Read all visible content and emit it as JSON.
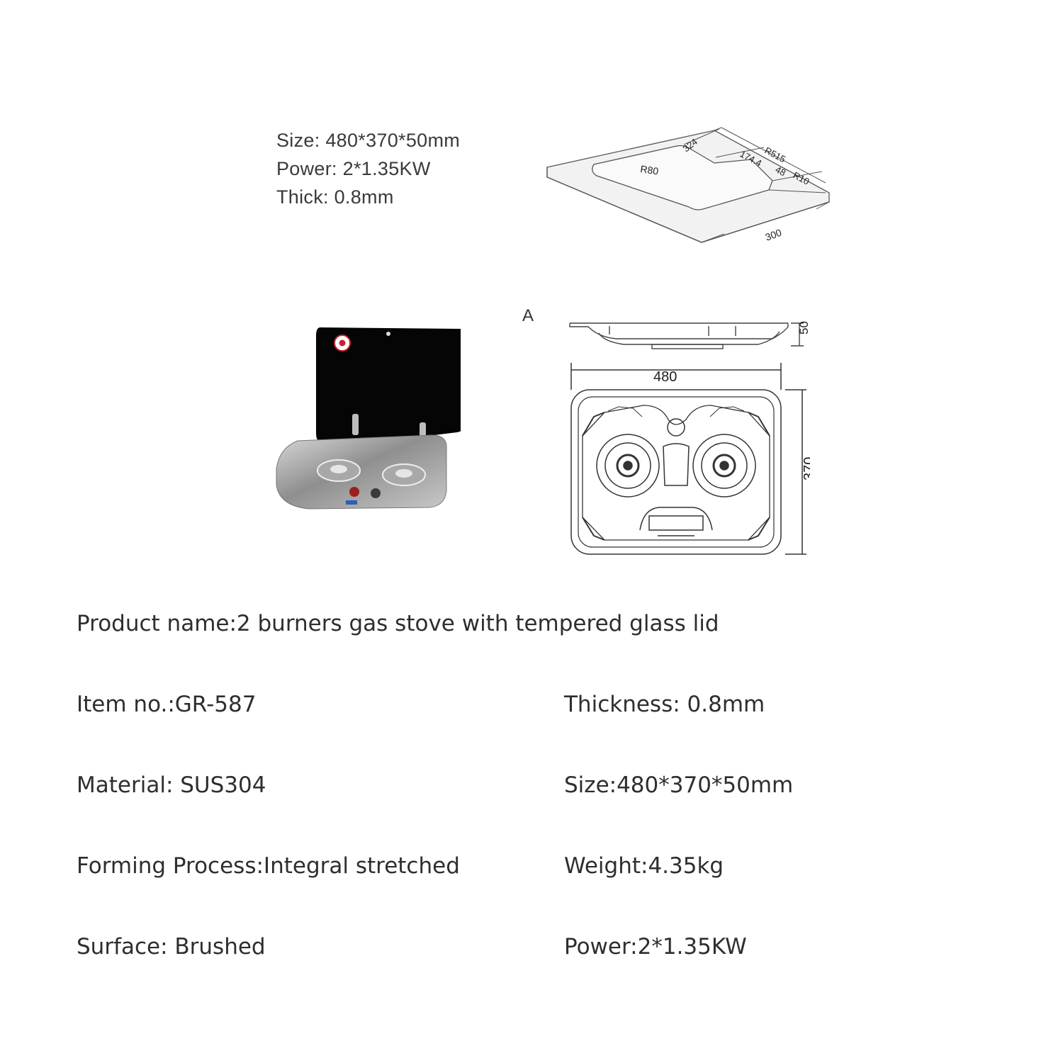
{
  "top_specs": {
    "size": "Size: 480*370*50mm",
    "power": "Power:  2*1.35KW",
    "thick": "Thick: 0.8mm"
  },
  "drawings": {
    "cutout_dims": {
      "r": "R80",
      "d1": "324",
      "d2": "R515",
      "d3": "174.4",
      "d4": "48",
      "d5": "R10",
      "d6": "300"
    },
    "view_label": "A",
    "side_height": "50",
    "top_width": "480",
    "top_depth": "370"
  },
  "specs": {
    "product_name": "Product name:2 burners gas stove with tempered glass lid",
    "rows": [
      {
        "left": "Item no.:GR-587",
        "right": "Thickness: 0.8mm"
      },
      {
        "left": "Material: SUS304",
        "right": "Size:480*370*50mm"
      },
      {
        "left": "Forming Process:Integral stretched",
        "right": "Weight:4.35kg"
      },
      {
        "left": "Surface: Brushed",
        "right": "Power:2*1.35KW"
      }
    ]
  }
}
